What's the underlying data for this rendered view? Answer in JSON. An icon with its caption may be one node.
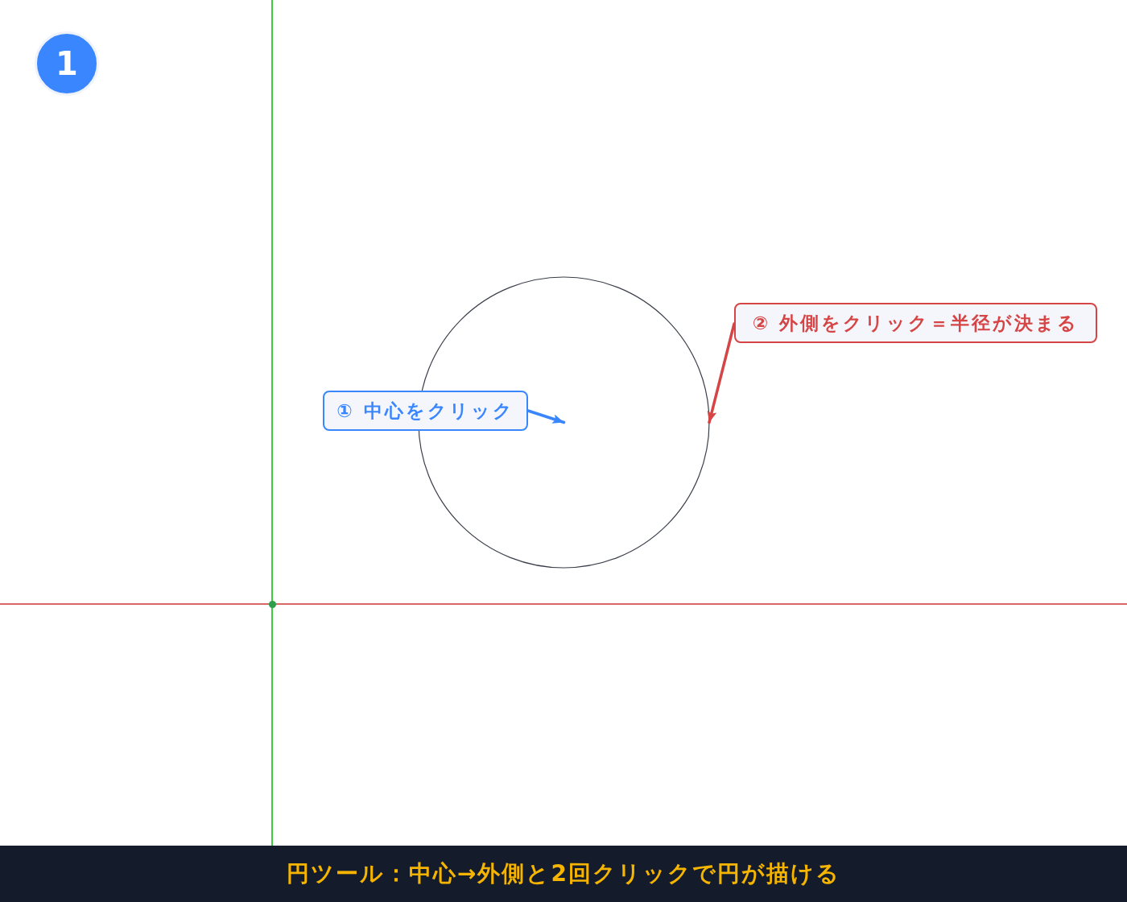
{
  "diagram": {
    "caption": "円ツール：中心→外側と2回クリックで円が描ける",
    "nodes": [
      {
        "text": [
          "1"
        ]
      },
      {
        "text": [],
        "shape": "circle"
      },
      {
        "text": [
          "② 外側をクリック＝半径が決まる"
        ]
      },
      {
        "text": [
          "① 中心をクリック"
        ]
      }
    ],
    "edges": [
      {
        "from": 3,
        "to": 1,
        "arrow": "to",
        "color": "#3a86ff"
      },
      {
        "from": 2,
        "to": 1,
        "arrow": "to",
        "color": "#d64545"
      }
    ]
  }
}
